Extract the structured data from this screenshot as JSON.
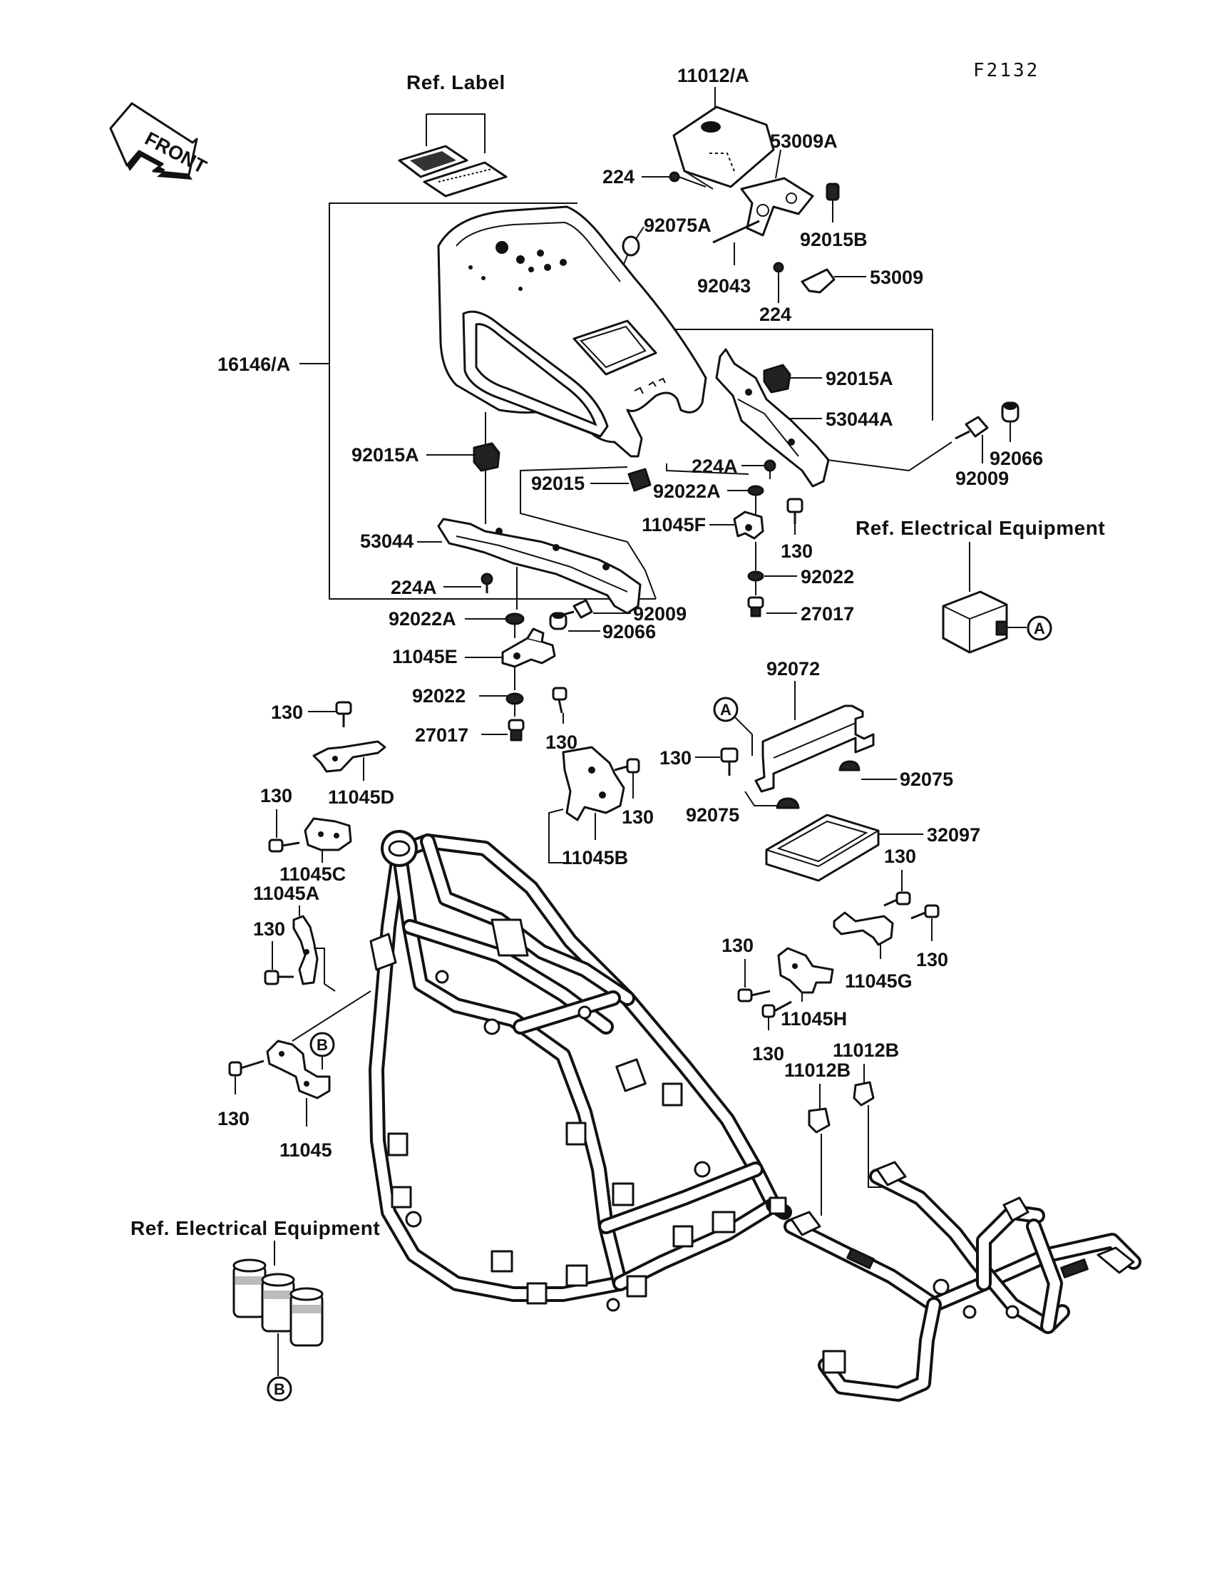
{
  "diagram_code": "F2132",
  "front_label": "FRONT",
  "refs": {
    "label": "Ref. Label",
    "electrical_top": "Ref. Electrical Equipment",
    "electrical_bottom": "Ref. Electrical Equipment"
  },
  "markers": {
    "a": "A",
    "b": "B"
  },
  "parts": {
    "p11012A": "11012/A",
    "p53009A": "53009A",
    "p224_top": "224",
    "p92015B": "92015B",
    "p92075A": "92075A",
    "p92043": "92043",
    "p53009": "53009",
    "p224_b": "224",
    "p16146A": "16146/A",
    "p92015A_r": "92015A",
    "p53044A": "53044A",
    "p92066_r": "92066",
    "p92009_r": "92009",
    "p92015A_l": "92015A",
    "p224A_r": "224A",
    "p92015": "92015",
    "p92022A_r": "92022A",
    "p11045F": "11045F",
    "p130_f": "130",
    "p92022_r": "92022",
    "p27017_r": "27017",
    "p53044": "53044",
    "p224A_l": "224A",
    "p92022A_l": "92022A",
    "p92009_l": "92009",
    "p92066_l": "92066",
    "p11045E": "11045E",
    "p92022_l": "92022",
    "p27017_l": "27017",
    "p130_e": "130",
    "p92072": "92072",
    "p130_d1": "130",
    "p11045D": "11045D",
    "p130_b": "130",
    "p11045B": "11045B",
    "p130_m": "130",
    "p92075_a": "92075",
    "p92075_b": "92075",
    "p32097": "32097",
    "p130_c": "130",
    "p11045C": "11045C",
    "p11045A": "11045A",
    "p130_a": "130",
    "p130_g1": "130",
    "p130_g2": "130",
    "p11045G": "11045G",
    "p130_h1": "130",
    "p11045H": "11045H",
    "p130_h2": "130",
    "p11012B_r": "11012B",
    "p11012B_l": "11012B",
    "p130_x": "130",
    "p11045": "11045"
  }
}
